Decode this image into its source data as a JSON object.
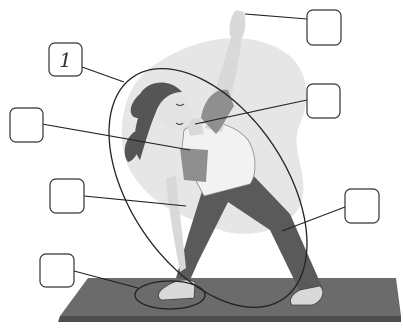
{
  "diagram": {
    "labels": [
      {
        "id": "label-1",
        "text": "1"
      },
      {
        "id": "label-2",
        "text": ""
      },
      {
        "id": "label-3",
        "text": ""
      },
      {
        "id": "label-4",
        "text": ""
      },
      {
        "id": "label-5",
        "text": ""
      },
      {
        "id": "label-6",
        "text": ""
      },
      {
        "id": "label-7",
        "text": ""
      }
    ]
  }
}
